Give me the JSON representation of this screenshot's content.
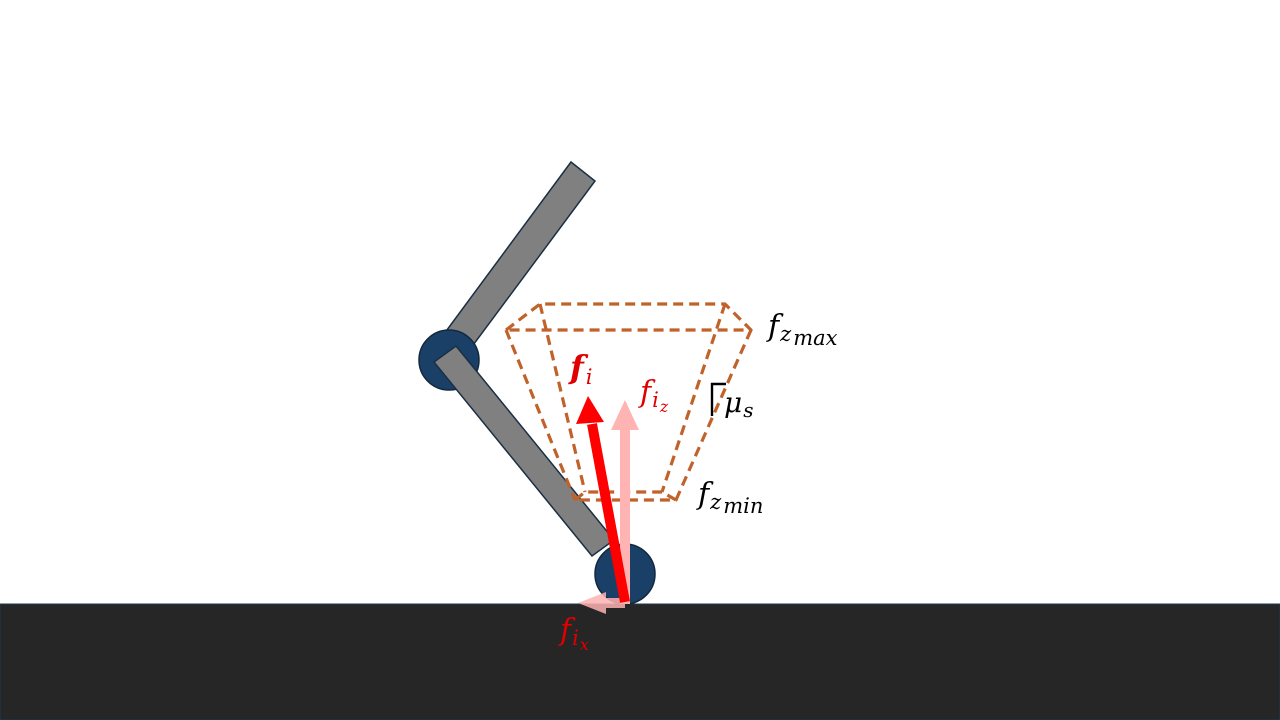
{
  "labels": {
    "f": "f",
    "fi_sub": "i",
    "fiz_sub_i": "i",
    "fiz_sub_z": "z",
    "fix_sub_i": "i",
    "fix_sub_x": "x",
    "fzmax_sub_z": "z",
    "fzmax_sub": "max",
    "fzmin_sub_z": "z",
    "fzmin_sub": "min",
    "mu": "μ",
    "mu_sub": "s"
  },
  "colors": {
    "ground": "#262626",
    "ground_edge": "#1f3b55",
    "link": "#808080",
    "link_edge": "#1a2f44",
    "joint": "#1b4067",
    "joint_edge": "#13283d",
    "cone": "#c0622a",
    "force": "#ff0000",
    "force_light": "#ffb3b3",
    "text_dark": "#000000",
    "text_red": "#e00000"
  },
  "icons": {
    "upper_joint": "joint-circle",
    "foot_joint": "joint-circle"
  }
}
